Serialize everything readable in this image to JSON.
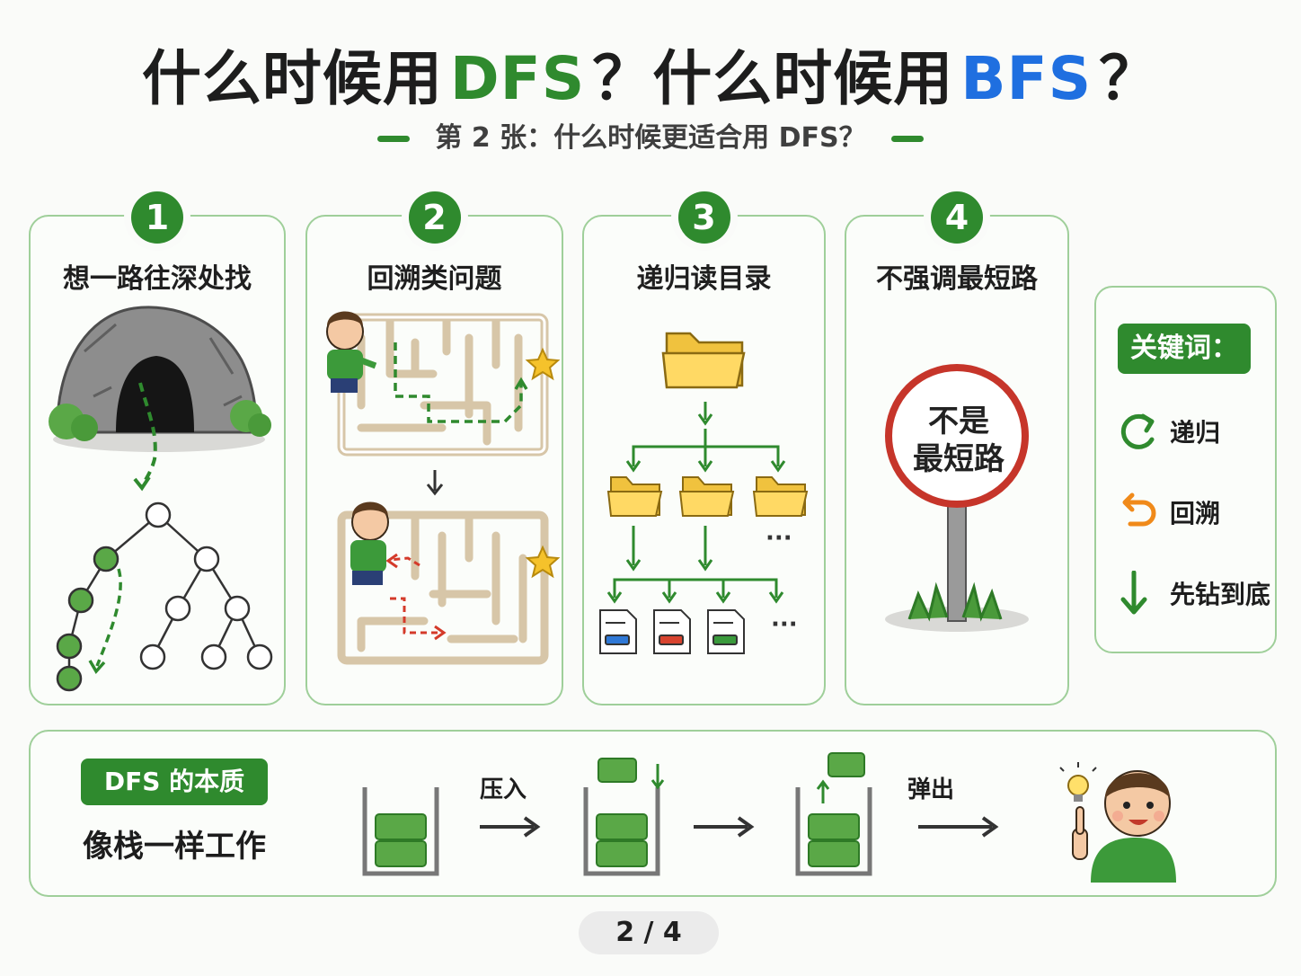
{
  "header": {
    "title_part1": "什么时候用",
    "title_dfs": "DFS",
    "title_part2": "？什么时候用",
    "title_bfs": "BFS",
    "title_part3": "？",
    "subtitle": "第 2 张：什么时候更适合用 DFS？"
  },
  "cards": [
    {
      "number": "1",
      "title": "想一路往深处找"
    },
    {
      "number": "2",
      "title": "回溯类问题"
    },
    {
      "number": "3",
      "title": "递归读目录"
    },
    {
      "number": "4",
      "title": "不强调最短路",
      "sign_line1": "不是",
      "sign_line2": "最短路"
    }
  ],
  "keywords": {
    "badge": "关键词：",
    "items": [
      {
        "label": "递归",
        "icon": "refresh-icon"
      },
      {
        "label": "回溯",
        "icon": "undo-arrow-icon"
      },
      {
        "label": "先钻到底",
        "icon": "arrow-down-icon"
      }
    ]
  },
  "essence": {
    "badge": "DFS 的本质",
    "text": "像栈一样工作",
    "push_label": "压入",
    "pop_label": "弹出"
  },
  "colors": {
    "green": "#2f8a2e",
    "blue": "#1f6fe0",
    "card_border": "#9fcf9a"
  },
  "pager": "2 / 4"
}
